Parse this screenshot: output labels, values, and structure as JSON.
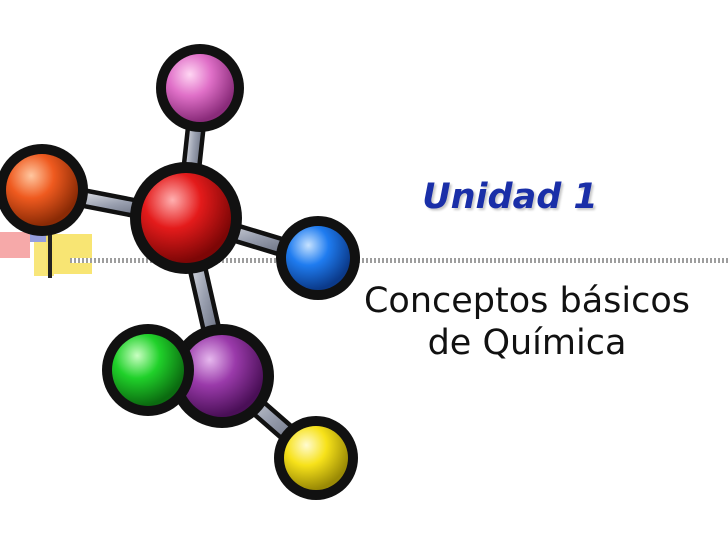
{
  "slide": {
    "title": "Unidad 1",
    "subtitle_line1": "Conceptos básicos",
    "subtitle_line2": "de Química"
  },
  "illustration": {
    "name": "molecule-clipart",
    "atom_colors": {
      "pink": "#e070c8",
      "orange": "#ef5a1f",
      "red": "#e41b1b",
      "blue": "#1f7cf0",
      "green": "#20d12a",
      "purple": "#9a3aaa",
      "yellow": "#f7e21a"
    }
  },
  "colors": {
    "title": "#1a2fa8",
    "subtitle": "#111111",
    "accent_yellow": "#f7e05a",
    "accent_red": "#f26a6a"
  }
}
